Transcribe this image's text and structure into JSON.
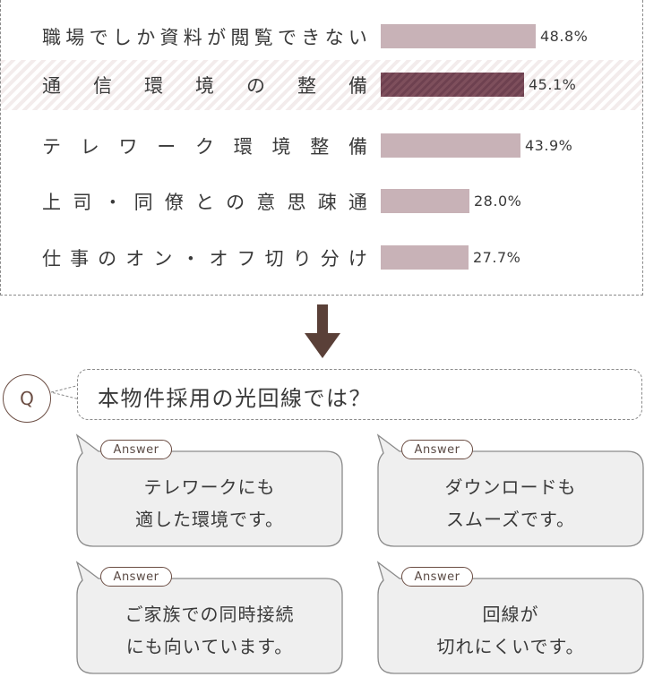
{
  "survey": {
    "rows": [
      {
        "label": "職場でしか資料が閲覧できない",
        "value": 48.8,
        "value_label": "48.8%",
        "highlight": false
      },
      {
        "label": "通信環境の整備",
        "value": 45.1,
        "value_label": "45.1%",
        "highlight": true
      },
      {
        "label": "テレワーク環境整備",
        "value": 43.9,
        "value_label": "43.9%",
        "highlight": false
      },
      {
        "label": "上司・同僚との意思疎通",
        "value": 28.0,
        "value_label": "28.0%",
        "highlight": false
      },
      {
        "label": "仕事のオン・オフ切り分け",
        "value": 27.7,
        "value_label": "27.7%",
        "highlight": false
      }
    ],
    "colors": {
      "bar": "#c8b2b7",
      "bar_highlight": "#7e4f5c"
    }
  },
  "question": {
    "badge": "Q",
    "text": "本物件採用の光回線では？"
  },
  "answers": [
    {
      "tag": "Answer",
      "line1": "テレワークにも",
      "line2": "適した環境です。"
    },
    {
      "tag": "Answer",
      "line1": "ダウンロードも",
      "line2": "スムーズです。"
    },
    {
      "tag": "Answer",
      "line1": "ご家族での同時接続",
      "line2": "にも向いています。"
    },
    {
      "tag": "Answer",
      "line1": "回線が",
      "line2": "切れにくいです。"
    }
  ],
  "icons": {
    "arrow": "arrow-down-icon"
  }
}
